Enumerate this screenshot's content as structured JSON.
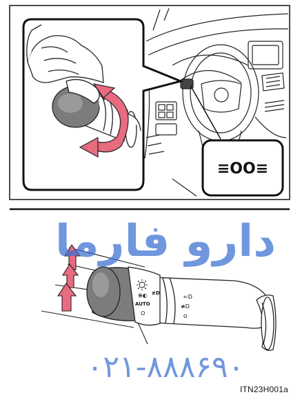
{
  "figure": {
    "code": "ITN23H001a",
    "callout_symbol": "≡OO≡",
    "switch_markings": {
      "light_icon": "sun-icon",
      "park_icon": "parking-lights-icon",
      "auto_label": "AUTO",
      "off_mark": "O",
      "fog_icon": "fog-light-icon",
      "high_beam_icon": "high-beam-icon"
    },
    "colors": {
      "arrow": "#e86b7f",
      "switch_knob": "#7c7c7c",
      "watermark": "#3a6fd0",
      "line": "#111111"
    }
  },
  "watermark": {
    "logo_text": "دارو فارما",
    "phone_text": "۰۲۱-۸۸۸۶۹۰"
  }
}
